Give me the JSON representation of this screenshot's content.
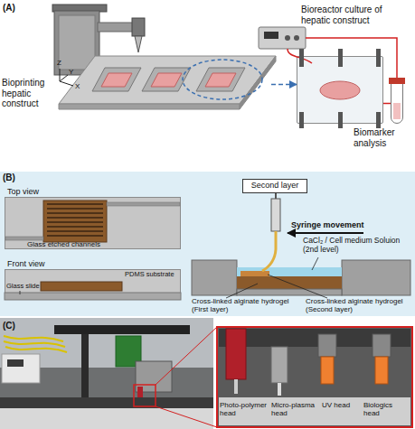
{
  "diagram": {
    "nodes": [
      {
        "text": [
          "Bioprinting hepatic construct"
        ]
      },
      {
        "text": [
          "Bioreactor culture of hepatic construct"
        ]
      },
      {
        "text": [
          "Biomarker analysis"
        ]
      },
      {
        "text": [
          "(B)"
        ]
      },
      {
        "text": [
          "Top view"
        ],
        "in": 3
      },
      {
        "text": [
          "Front view"
        ],
        "in": 3
      },
      {
        "text": [
          "Second layer"
        ],
        "in": 3
      }
    ],
    "edges": [
      {
        "from": 0,
        "to": 1,
        "arrow": "to"
      },
      {
        "from": 1,
        "to": 2,
        "arrow": "none"
      }
    ],
    "labels": [
      "(A)",
      "Z",
      "Y",
      "X",
      "Glass etched channels",
      "Glass slide",
      "PDMS substrate",
      "Syringe movement",
      "CaCl₂ / Cell medium Soluion (2nd level)",
      "Cross-linked alginate hydrogel (First layer)",
      "Cross-linked alginate hydrogel (Second layer)",
      "(C)",
      "Photo-polymer head",
      "Micro-plasma head",
      "UV head",
      "Biologics head"
    ]
  }
}
